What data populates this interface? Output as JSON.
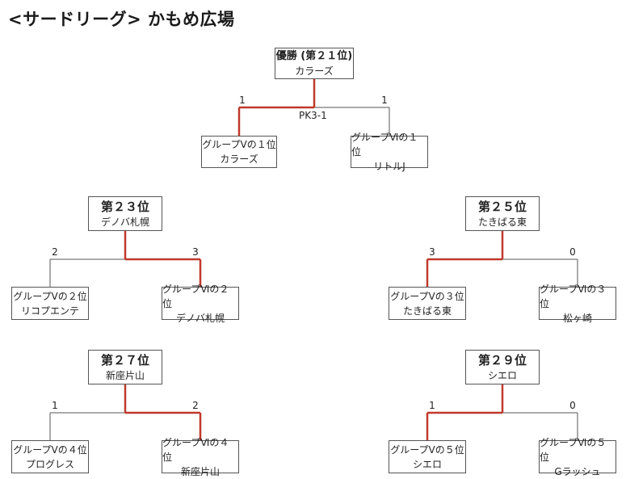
{
  "title": "<サードリーグ> かもめ広場",
  "bracket_21": {
    "winner_header": "優勝 (第２１位)",
    "winner_team": "カラーズ",
    "left_label": "グループⅤの１位",
    "left_team": "カラーズ",
    "right_label": "グループⅥの１位",
    "right_team": "リトルJ",
    "left_score": "1",
    "right_score": "1",
    "note": "PK3-1"
  },
  "bracket_23": {
    "header": "第２３位",
    "team": "デノバ札幌",
    "left_label": "グループⅤの２位",
    "left_team": "リコプエンテ",
    "right_label": "グループⅥの２位",
    "right_team": "デノバ札幌",
    "left_score": "2",
    "right_score": "3"
  },
  "bracket_25": {
    "header": "第２５位",
    "team": "たきばる東",
    "left_label": "グループⅤの３位",
    "left_team": "たきばる東",
    "right_label": "グループⅥの３位",
    "right_team": "松ヶ崎",
    "left_score": "3",
    "right_score": "0"
  },
  "bracket_27": {
    "header": "第２７位",
    "team": "新座片山",
    "left_label": "グループⅤの４位",
    "left_team": "プログレス",
    "right_label": "グループⅥの４位",
    "right_team": "新座片山",
    "left_score": "1",
    "right_score": "2"
  },
  "bracket_29": {
    "header": "第２９位",
    "team": "シエロ",
    "left_label": "グループⅤの５位",
    "left_team": "シエロ",
    "right_label": "グループⅥの５位",
    "right_team": "Gラッシュ",
    "left_score": "1",
    "right_score": "0"
  },
  "colors": {
    "winner_line": "#c0392b",
    "line": "#555555"
  }
}
